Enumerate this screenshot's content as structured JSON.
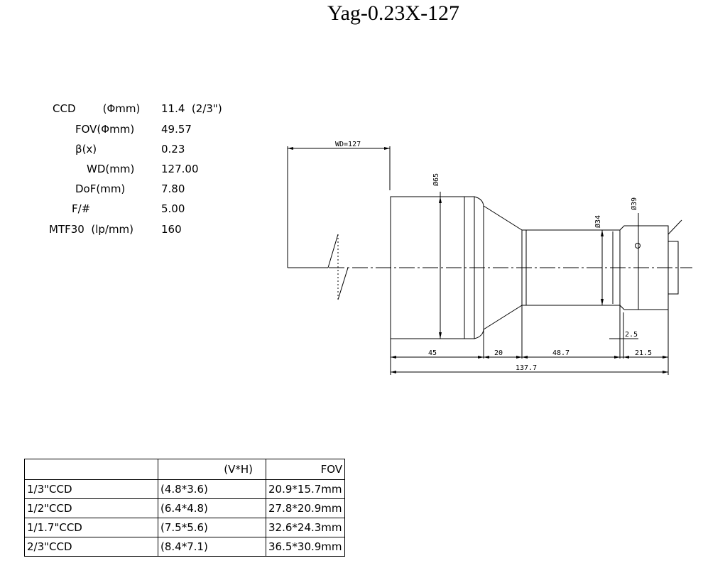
{
  "title": "Yag-0.23X-127",
  "specs": [
    {
      "label": "CCD        (Φmm)",
      "value": "11.4  (2/3\")"
    },
    {
      "label": "FOV(Φmm)",
      "value": "49.57"
    },
    {
      "label": "β(x)",
      "value": "0.23"
    },
    {
      "label": "WD(mm)",
      "value": "127.00"
    },
    {
      "label": "DoF(mm)",
      "value": "7.80"
    },
    {
      "label": "F/#",
      "value": "5.00"
    },
    {
      "label": "MTF30  (lp/mm)",
      "value": "160"
    }
  ],
  "drawing": {
    "wd": "WD=127",
    "d65": "Ø65",
    "d34": "Ø34",
    "d39": "Ø39",
    "dim_45": "45",
    "dim_20": "20",
    "dim_48_7": "48.7",
    "dim_21_5": "21.5",
    "dim_2_5": "2.5",
    "dim_total": "137.7"
  },
  "table": {
    "header": [
      "",
      "(V*H)",
      "FOV"
    ],
    "rows": [
      [
        "1/3\"CCD",
        "(4.8*3.6)",
        "20.9*15.7mm"
      ],
      [
        "1/2\"CCD",
        "(6.4*4.8)",
        "27.8*20.9mm"
      ],
      [
        "1/1.7\"CCD",
        "(7.5*5.6)",
        "32.6*24.3mm"
      ],
      [
        "2/3\"CCD",
        "(8.4*7.1)",
        "36.5*30.9mm"
      ]
    ]
  }
}
